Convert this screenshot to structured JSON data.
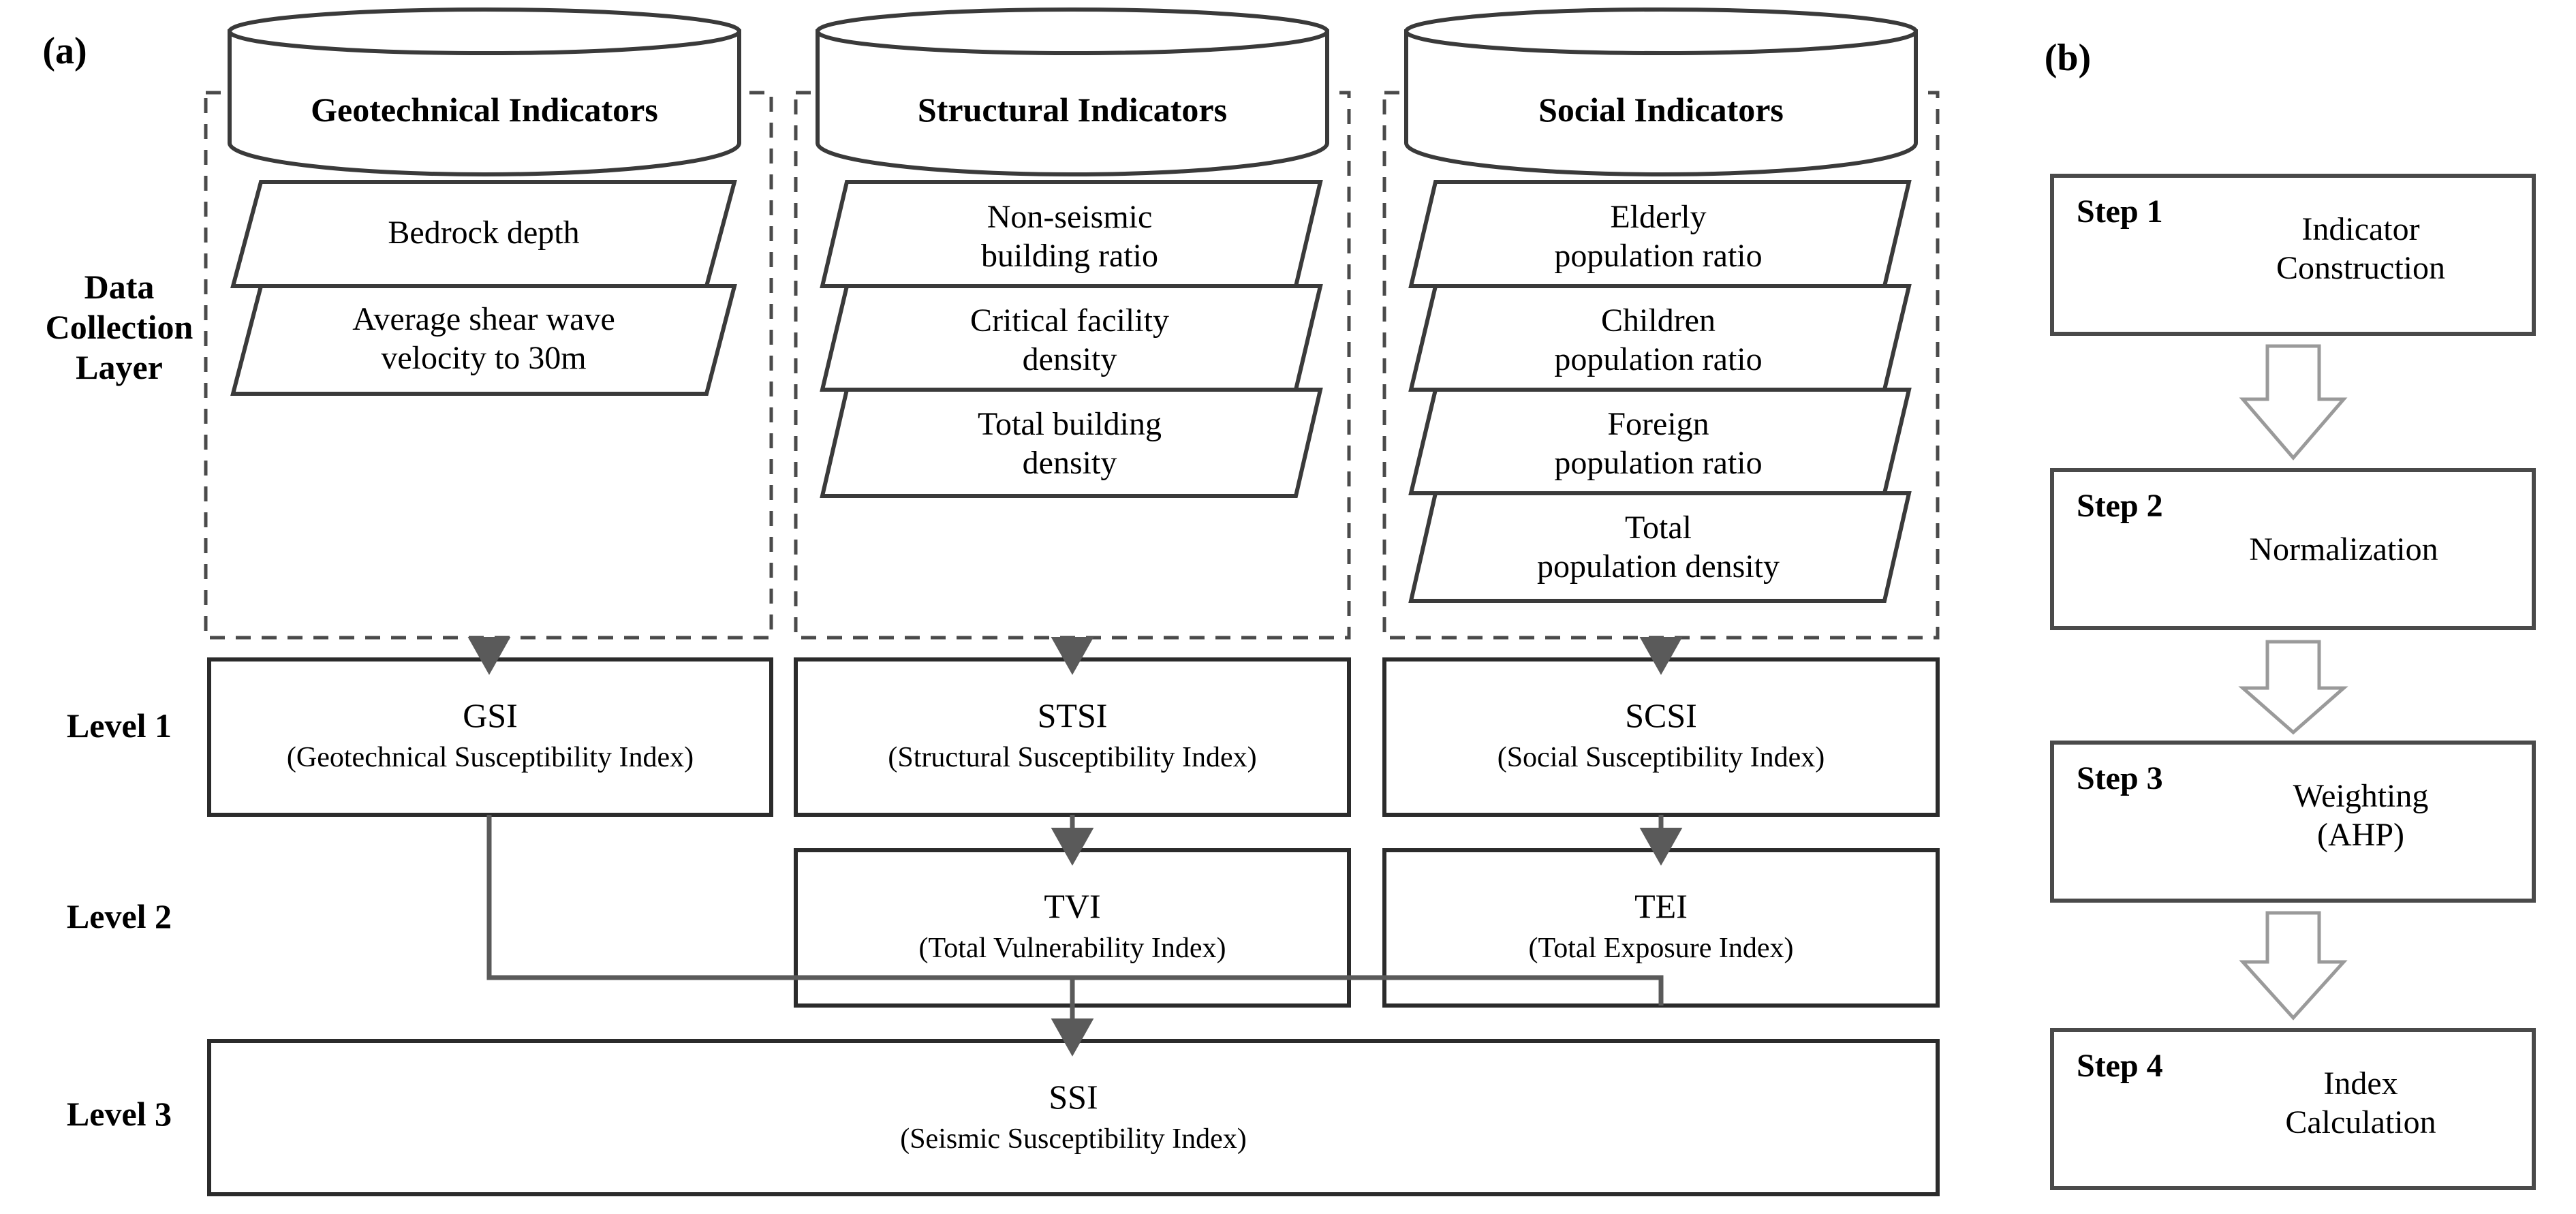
{
  "figure": {
    "panel_a_tag": "(a)",
    "panel_b_tag": "(b)"
  },
  "row_labels": {
    "data_collection": "Data\nCollection\nLayer",
    "level1": "Level 1",
    "level2": "Level 2",
    "level3": "Level 3"
  },
  "columns": [
    {
      "cylinder_title": "Geotechnical Indicators",
      "indicators": [
        "Bedrock depth",
        "Average shear wave\nvelocity to 30m"
      ],
      "level1": {
        "abbr": "GSI",
        "full": "(Geotechnical Susceptibility Index)"
      }
    },
    {
      "cylinder_title": "Structural Indicators",
      "indicators": [
        "Non-seismic\nbuilding ratio",
        "Critical facility\ndensity",
        "Total building\ndensity"
      ],
      "level1": {
        "abbr": "STSI",
        "full": "(Structural Susceptibility Index)"
      }
    },
    {
      "cylinder_title": "Social Indicators",
      "indicators": [
        "Elderly\npopulation ratio",
        "Children\npopulation ratio",
        "Foreign\npopulation ratio",
        "Total\npopulation density"
      ],
      "level1": {
        "abbr": "SCSI",
        "full": "(Social Susceptibility Index)"
      }
    }
  ],
  "level2": [
    {
      "abbr": "TVI",
      "full": "(Total Vulnerability Index)"
    },
    {
      "abbr": "TEI",
      "full": "(Total Exposure Index)"
    }
  ],
  "level3": {
    "abbr": "SSI",
    "full": "(Seismic Susceptibility Index)"
  },
  "steps": [
    {
      "tag": "Step 1",
      "text": "Indicator\nConstruction"
    },
    {
      "tag": "Step 2",
      "text": "Normalization"
    },
    {
      "tag": "Step 3",
      "text": "Weighting\n(AHP)"
    },
    {
      "tag": "Step 4",
      "text": "Index\nCalculation"
    }
  ],
  "colors": {
    "stroke": "#3a3a3a",
    "stroke_dark": "#2b2b2b",
    "text": "#000000",
    "background": "#ffffff",
    "arrow_fill": "#5a5a5a",
    "block_arrow_stroke": "#9a9a9a"
  }
}
